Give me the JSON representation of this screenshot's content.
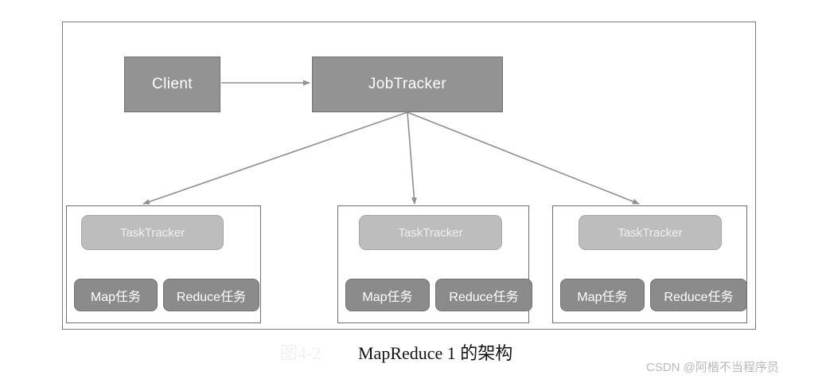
{
  "diagram": {
    "type": "architecture-block-diagram",
    "title": "MapReduce 1 的架构",
    "figure_number": "图4-2",
    "nodes": {
      "client": {
        "label": "Client",
        "fill": "#939393"
      },
      "jobtracker": {
        "label": "JobTracker",
        "fill": "#939393"
      }
    },
    "tasktracker_groups": [
      {
        "tracker_label": "TaskTracker",
        "tasks": [
          {
            "label": "Map任务"
          },
          {
            "label": "Reduce任务"
          }
        ]
      },
      {
        "tracker_label": "TaskTracker",
        "tasks": [
          {
            "label": "Map任务"
          },
          {
            "label": "Reduce任务"
          }
        ]
      },
      {
        "tracker_label": "TaskTracker",
        "tasks": [
          {
            "label": "Map任务"
          },
          {
            "label": "Reduce任务"
          }
        ]
      }
    ],
    "edges": [
      {
        "from": "Client",
        "to": "JobTracker"
      },
      {
        "from": "JobTracker",
        "to": "TaskTracker 1"
      },
      {
        "from": "JobTracker",
        "to": "TaskTracker 2"
      },
      {
        "from": "JobTracker",
        "to": "TaskTracker 3"
      }
    ],
    "colors": {
      "node_fill": "#939393",
      "tasktracker_fill": "#bdbdbd",
      "task_chip_fill": "#8b8b8b",
      "border": "#6f6f6f",
      "arrow": "#8f8f8f",
      "background": "#ffffff",
      "caption_text": "#111111",
      "watermark_text": "#b9b9b9"
    }
  },
  "watermark": {
    "text": "CSDN @阿楷不当程序员"
  }
}
